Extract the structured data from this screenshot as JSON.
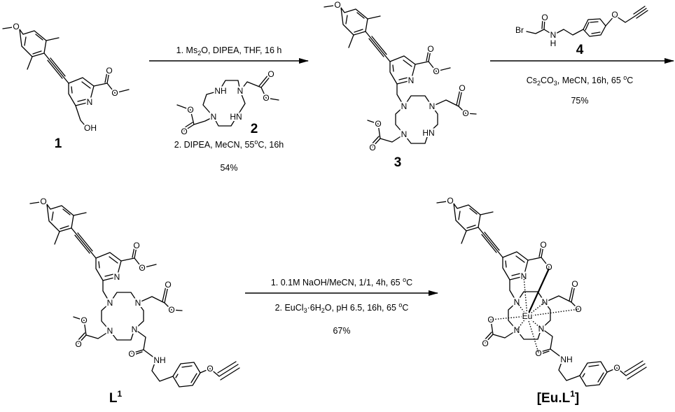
{
  "atoms": {
    "N": "N",
    "O": "O",
    "NH": "NH",
    "HN": "HN",
    "OH": "OH",
    "Br": "Br",
    "H": "H",
    "Eu": "Eu"
  },
  "compounds": {
    "c1": "1",
    "c2": "2",
    "c3": "3",
    "c4": "4",
    "L1": {
      "base": "L",
      "sup": "1"
    },
    "EuL1": {
      "pre": "[Eu.L",
      "sup": "1",
      "post": "]"
    }
  },
  "step1": {
    "line1": {
      "a": "1. Ms",
      "s": "2",
      "b": "O, DIPEA, THF, 16 h"
    },
    "line2": {
      "a": "2. DIPEA, MeCN, 55",
      "sup": "o",
      "b": "C, 16h"
    },
    "yield": "54%"
  },
  "step2": {
    "line1": {
      "a": "Cs",
      "s1": "2",
      "b": "CO",
      "s2": "3",
      "c": ", MeCN, 16h, 65 ",
      "sup": "o",
      "d": "C"
    },
    "yield": "75%"
  },
  "step3": {
    "line1": {
      "a": "1. 0.1M NaOH/MeCN, 1/1, 4h, 65 ",
      "sup": "o",
      "b": "C"
    },
    "line2": {
      "a": "2. EuCl",
      "s1": "3",
      "b": "·6H",
      "s2": "2",
      "c": "O, pH 6.5, 16h, 65 ",
      "sup": "o",
      "d": "C"
    },
    "yield": "67%"
  }
}
